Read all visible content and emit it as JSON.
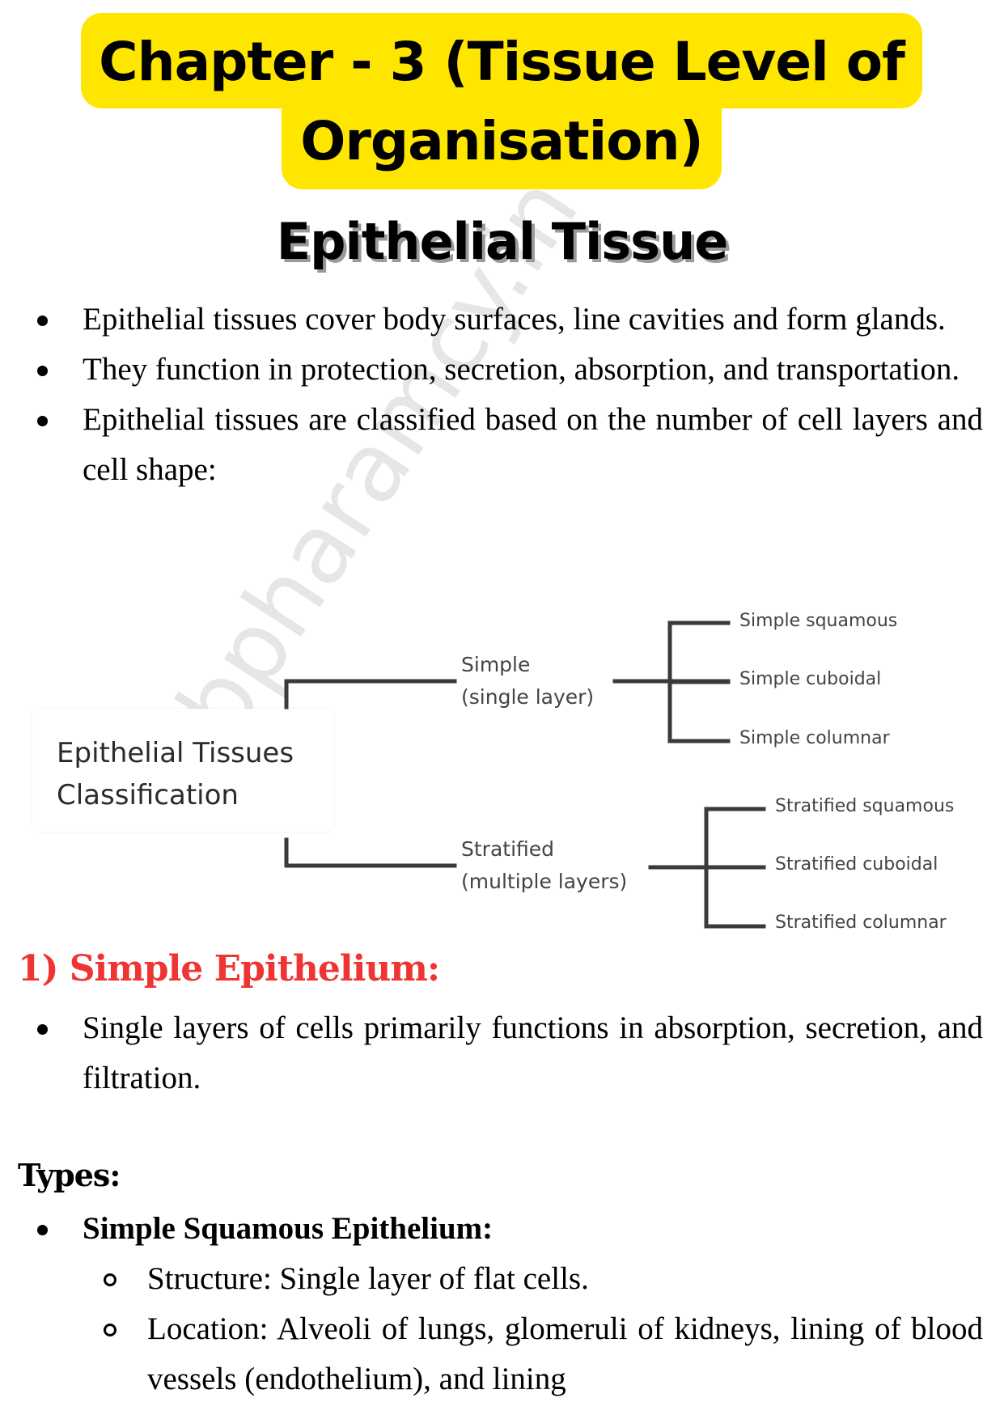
{
  "header": {
    "title_line1": "Chapter - 3 (Tissue Level of",
    "title_line2": "Organisation)",
    "highlight_color": "#ffe600"
  },
  "section": {
    "title": "Epithelial Tissue"
  },
  "intro_bullets": [
    "Epithelial tissues cover body surfaces, line cavities and form glands.",
    "They function in protection, secretion, absorption, and transportation.",
    "Epithelial tissues are classified based on the number of cell layers and cell shape:"
  ],
  "diagram": {
    "root": {
      "line1": "Epithelial Tissues",
      "line2": "Classification"
    },
    "branches": [
      {
        "line1": "Simple",
        "line2": "(single layer)",
        "leaves": [
          "Simple squamous",
          "Simple cuboidal",
          "Simple columnar"
        ]
      },
      {
        "line1": "Stratified",
        "line2": "(multiple layers)",
        "leaves": [
          "Stratified squamous",
          "Stratified cuboidal",
          "Stratified columnar"
        ]
      }
    ]
  },
  "simple_epithelium": {
    "heading": "1) Simple Epithelium:",
    "heading_color": "#ef3434",
    "bullets": [
      "Single layers of cells primarily functions in absorption, secretion, and filtration."
    ]
  },
  "types": {
    "heading": "Types:",
    "items": [
      {
        "title": "Simple Squamous Epithelium:",
        "details": [
          "Structure: Single layer of flat cells.",
          "Location: Alveoli of lungs, glomeruli of kidneys, lining of blood vessels (endothelium), and lining"
        ]
      }
    ]
  },
  "watermark": "bpharamcy.in"
}
